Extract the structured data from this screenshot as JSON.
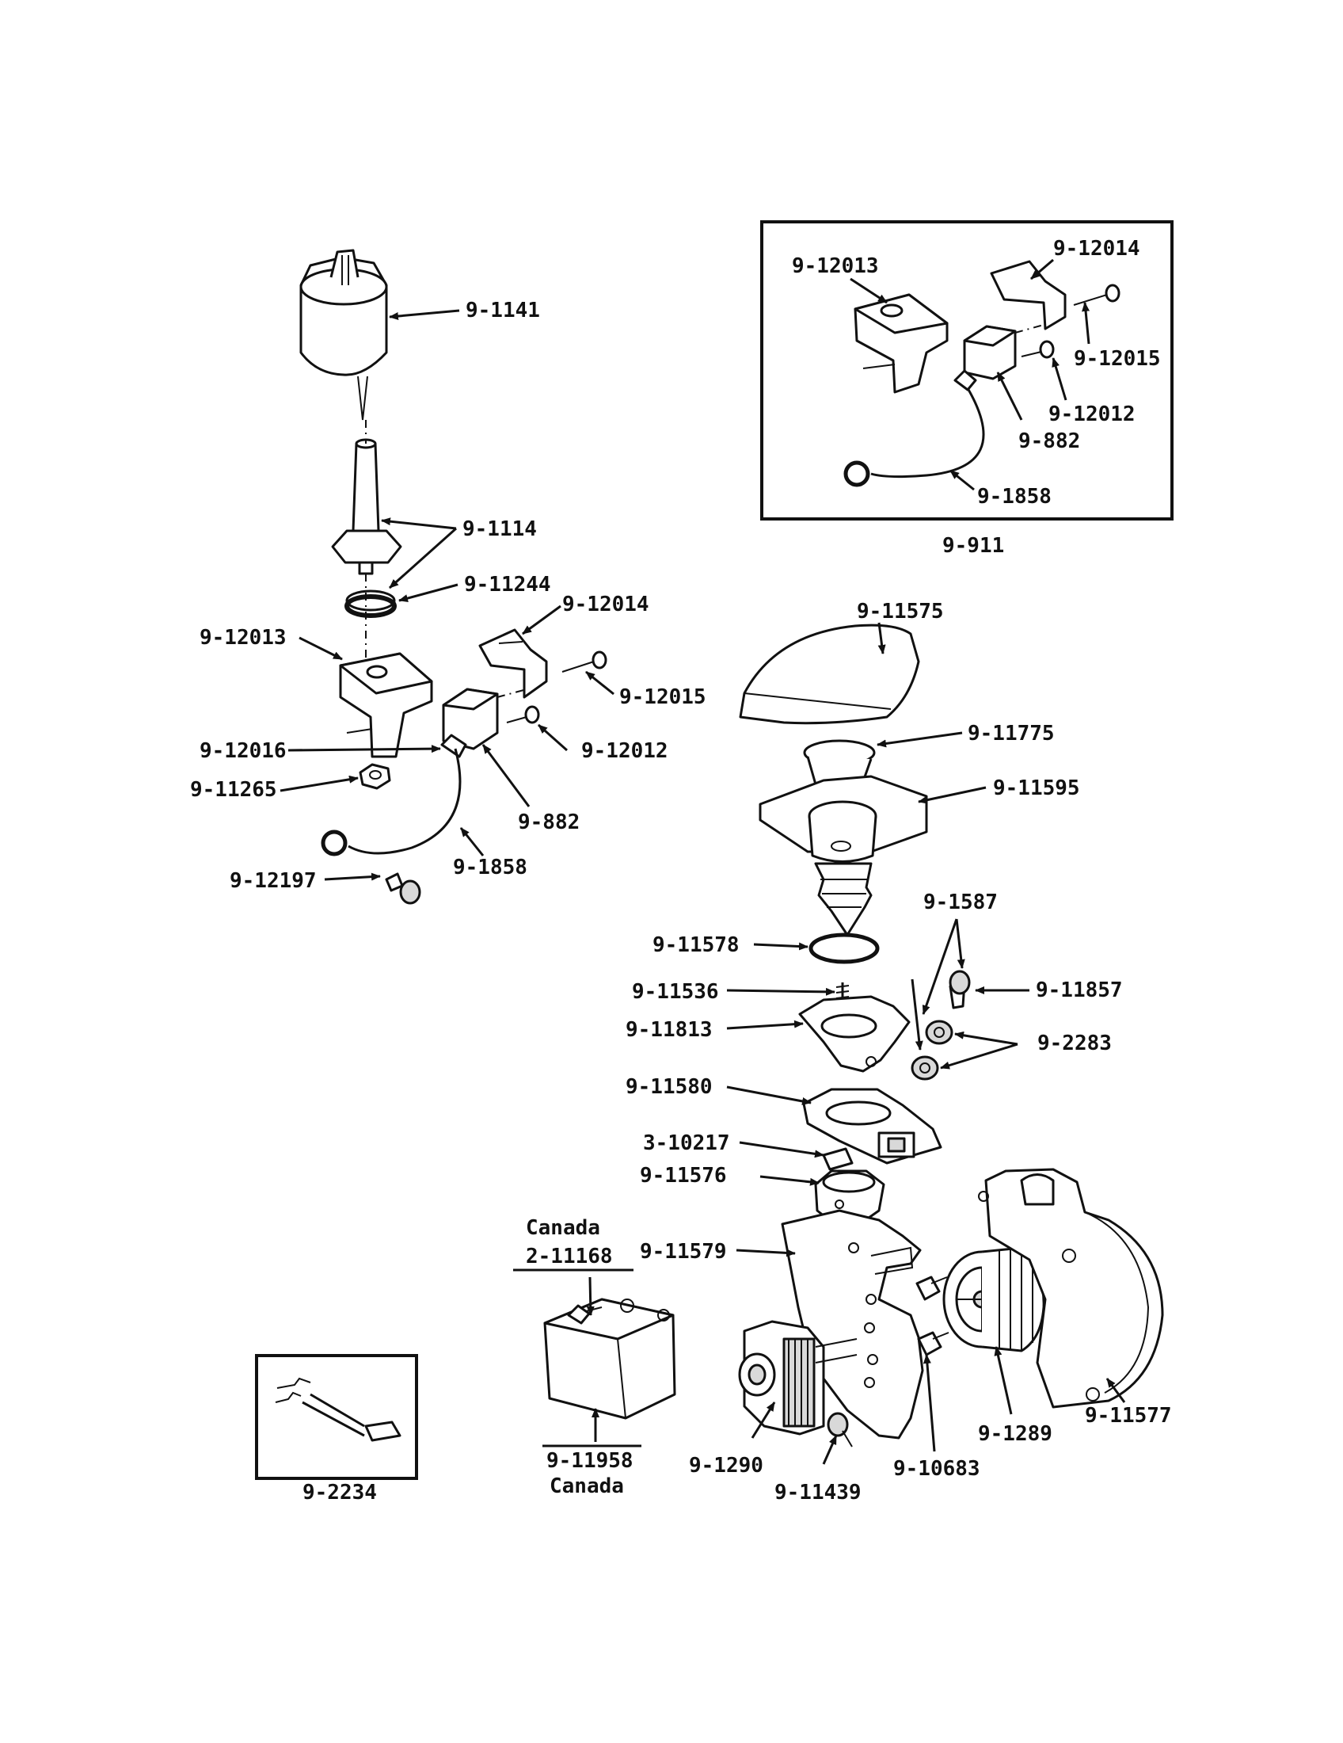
{
  "labels": {
    "l_9_1141": "9-1141",
    "l_9_1114": "9-1114",
    "l_9_11244": "9-11244",
    "l_9_12014_left": "9-12014",
    "l_9_12013_left": "9-12013",
    "l_9_12015_left": "9-12015",
    "l_9_12016": "9-12016",
    "l_9_12012_left": "9-12012",
    "l_9_11265": "9-11265",
    "l_9_882_left": "9-882",
    "l_9_1858_left": "9-1858",
    "l_9_12197": "9-12197",
    "l_9_12013_box": "9-12013",
    "l_9_12014_box": "9-12014",
    "l_9_12015_box": "9-12015",
    "l_9_12012_box": "9-12012",
    "l_9_882_box": "9-882",
    "l_9_1858_box": "9-1858",
    "l_9_911": "9-911",
    "l_9_11575": "9-11575",
    "l_9_11775": "9-11775",
    "l_9_11595": "9-11595",
    "l_9_1587": "9-1587",
    "l_9_11578": "9-11578",
    "l_9_11857": "9-11857",
    "l_9_11536": "9-11536",
    "l_9_11813": "9-11813",
    "l_9_2283": "9-2283",
    "l_9_11580": "9-11580",
    "l_3_10217": "3-10217",
    "l_9_11576": "9-11576",
    "l_canada_top": "Canada",
    "l_2_11168": "2-11168",
    "l_9_11579": "9-11579",
    "l_9_11958": "9-11958",
    "l_canada_bottom": "Canada",
    "l_9_1290": "9-1290",
    "l_9_11439": "9-11439",
    "l_9_10683": "9-10683",
    "l_9_1289": "9-1289",
    "l_9_11577": "9-11577",
    "l_9_2234": "9-2234"
  }
}
